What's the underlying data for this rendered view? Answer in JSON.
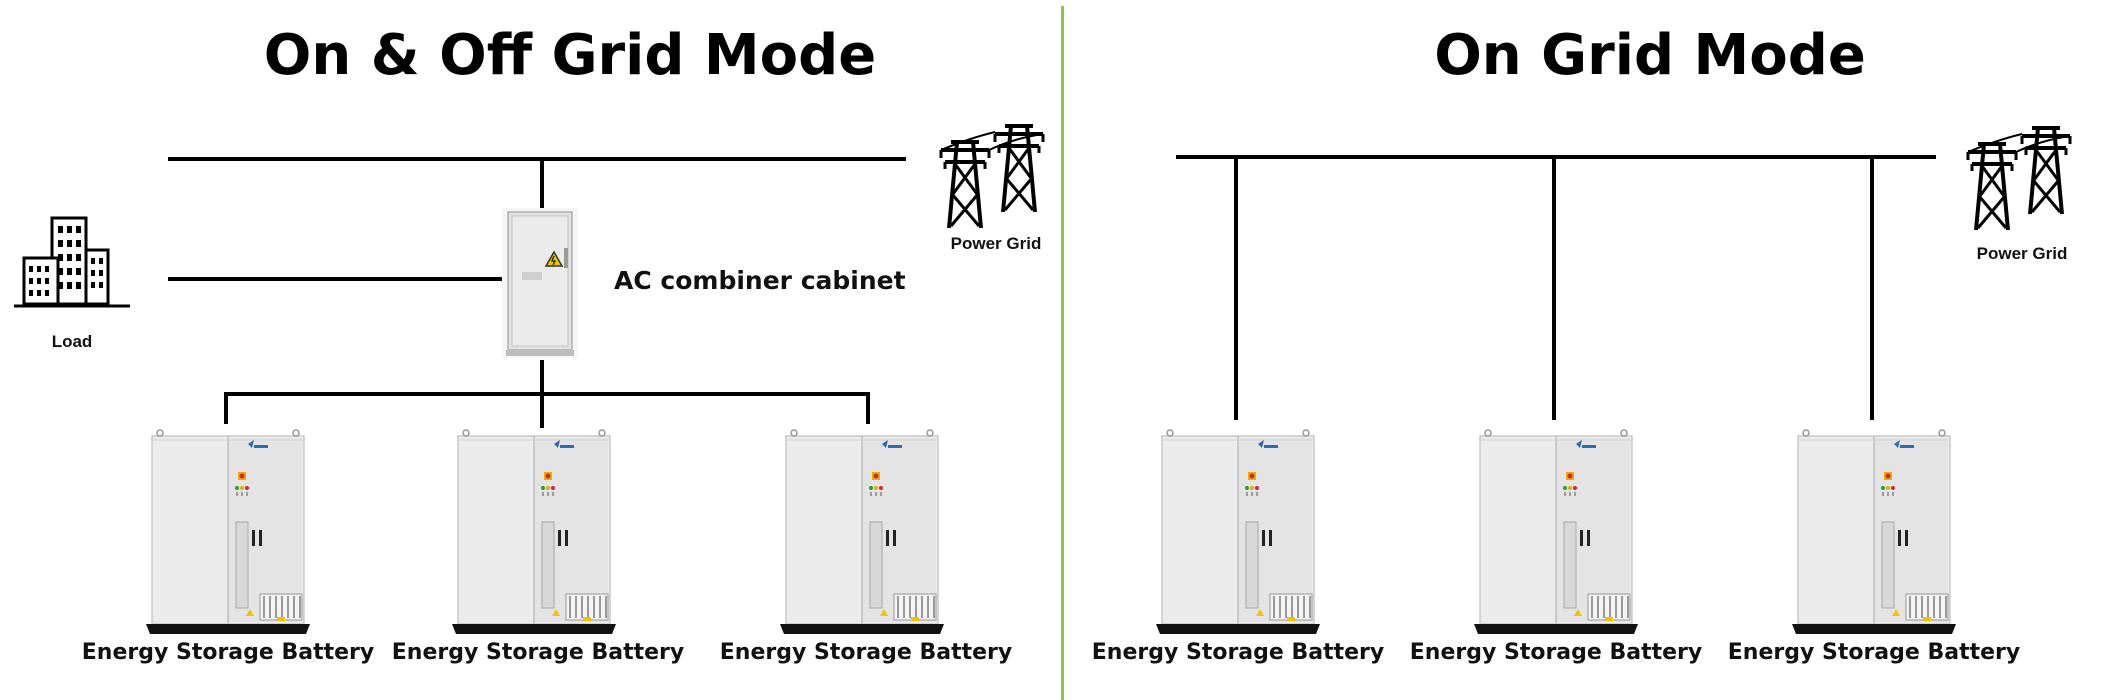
{
  "panels": {
    "left": {
      "title": "On & Off Grid Mode",
      "power_grid_label": "Power Grid",
      "load_label": "Load",
      "cabinet_label": "AC combiner cabinet",
      "batteries": [
        "Energy Storage Battery",
        "Energy Storage Battery",
        "Energy Storage Battery"
      ]
    },
    "right": {
      "title": "On Grid Mode",
      "power_grid_label": "Power Grid",
      "batteries": [
        "Energy Storage Battery",
        "Energy Storage Battery",
        "Energy Storage Battery"
      ]
    }
  },
  "colors": {
    "divider": "#8dc63f",
    "lines": "#000000",
    "cabinet_body": "#e6e6e6",
    "base": "#111111"
  },
  "icons": [
    "power-grid-tower-icon",
    "building-icon",
    "combiner-cabinet-icon",
    "battery-cabinet-icon",
    "warning-sign-icon"
  ]
}
